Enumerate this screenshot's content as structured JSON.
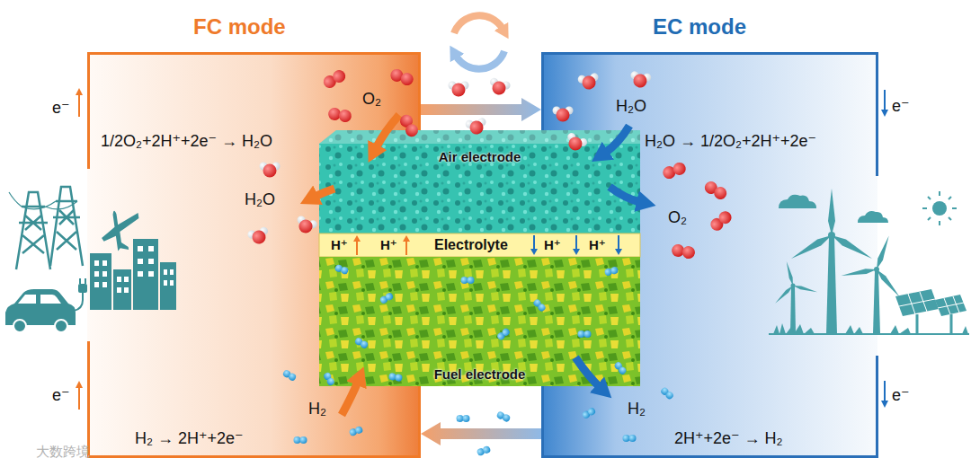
{
  "diagram": {
    "nodes": [
      {
        "text": [
          "FC mode"
        ]
      },
      {
        "text": [
          "EC mode"
        ]
      },
      {
        "text": [
          "Air electrode"
        ]
      },
      {
        "text": [
          "H⁺",
          "H⁺",
          "Electrolyte",
          "H⁺",
          "H⁺"
        ]
      },
      {
        "text": [
          "Fuel electrode"
        ]
      }
    ],
    "edges": [
      {
        "from": 0,
        "to": 1,
        "arrow": "to"
      },
      {
        "from": 1,
        "to": 0,
        "arrow": "to"
      }
    ],
    "labels": [
      "e⁻",
      "1/2O₂+2H⁺+2e⁻ → H₂O",
      "O₂",
      "H₂O",
      "H₂O",
      "H₂O → 1/2O₂+2H⁺+2e⁻",
      "e⁻",
      "O₂",
      "e⁻",
      "H₂",
      "H₂",
      "e⁻",
      "H₂ → 2H⁺+2e⁻",
      "2H⁺+2e⁻ → H₂",
      "大数跨境"
    ]
  }
}
